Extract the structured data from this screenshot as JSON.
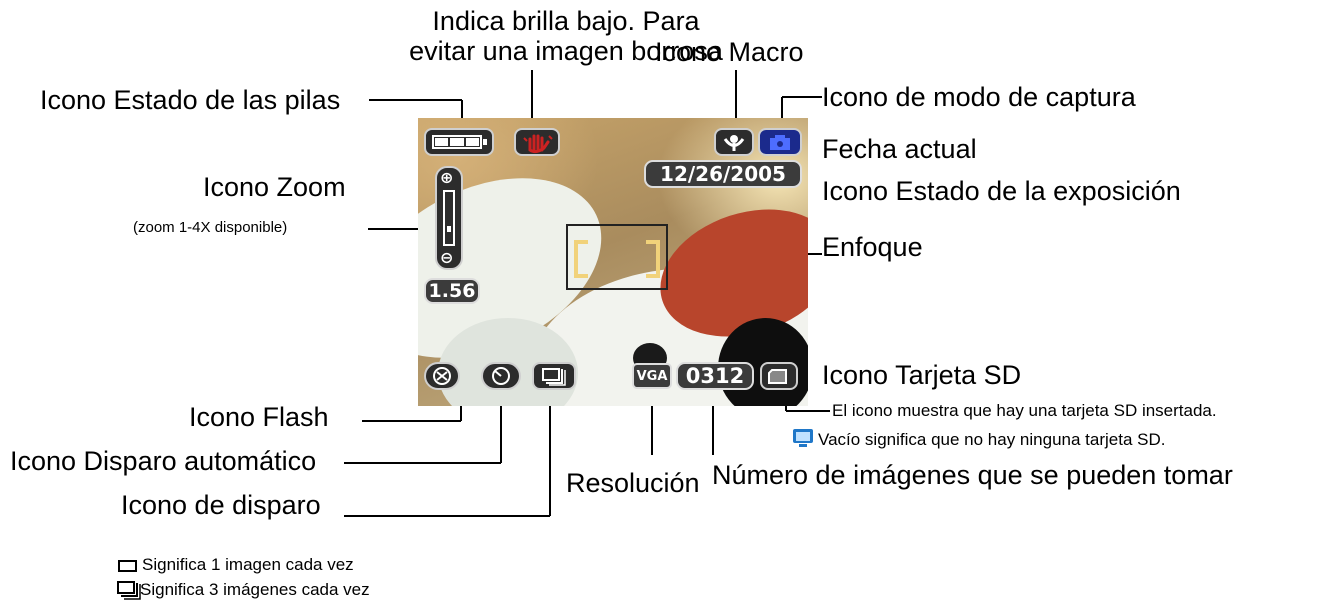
{
  "labels": {
    "low_light": "Indica brilla bajo. Para\nevitar una imagen borrosa",
    "macro": "Icono Macro",
    "battery": "Icono Estado de las pilas",
    "capture_mode": "Icono de modo de captura",
    "current_date": "Fecha actual",
    "exposure": "Icono Estado de la exposición",
    "zoom": "Icono Zoom",
    "zoom_note": "(zoom 1-4X disponible)",
    "focus": "Enfoque",
    "sd_card": "Icono Tarjeta SD",
    "sd_inserted": "El icono muestra que hay una tarjeta SD insertada.",
    "sd_empty": "Vacío significa que no hay ninguna tarjeta SD.",
    "flash": "Icono Flash",
    "self_timer": "Icono Disparo automático",
    "shot_mode": "Icono de disparo",
    "resolution": "Resolución",
    "shots_remaining": "Número de imágenes que se pueden tomar"
  },
  "legend": {
    "single": "Significa 1 imagen cada vez",
    "triple": "Significa 3 imágenes cada vez"
  },
  "screen": {
    "date": "12/26/2005",
    "zoom_value": "1.56",
    "resolution": "VGA",
    "count": "0312"
  },
  "colors": {
    "osd_background": "#3b3b3b",
    "low_light_icon": "#cc2222",
    "capture_mode_icon": "#2a3fbf",
    "focus_bracket": "#f1d27a",
    "sd_empty_icon": "#1f77c8"
  }
}
